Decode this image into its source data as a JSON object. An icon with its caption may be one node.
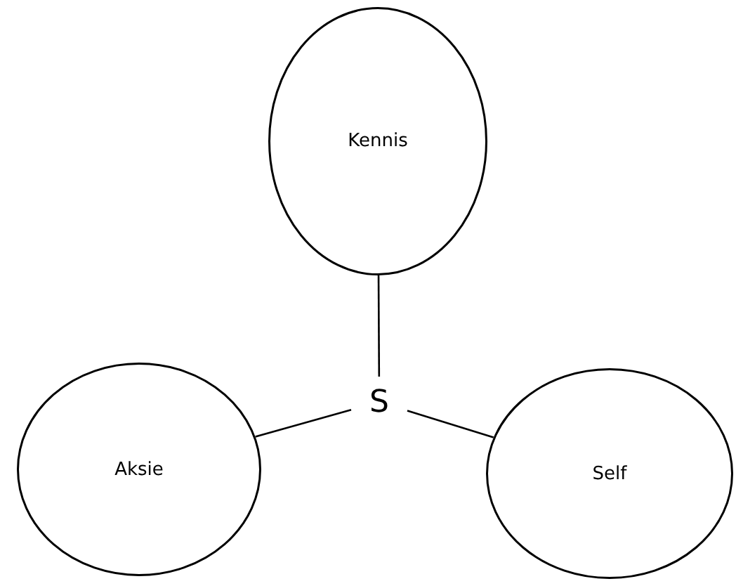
{
  "diagram": {
    "nodes": [
      {
        "text": [
          "Kennis"
        ]
      },
      {
        "text": [
          "Aksie"
        ]
      },
      {
        "text": [
          "Self"
        ]
      },
      {
        "text": [
          "S"
        ]
      }
    ],
    "edges": [
      {
        "from": 3,
        "to": 0,
        "arrow": "none"
      },
      {
        "from": 3,
        "to": 1,
        "arrow": "none"
      },
      {
        "from": 3,
        "to": 2,
        "arrow": "none"
      }
    ]
  }
}
